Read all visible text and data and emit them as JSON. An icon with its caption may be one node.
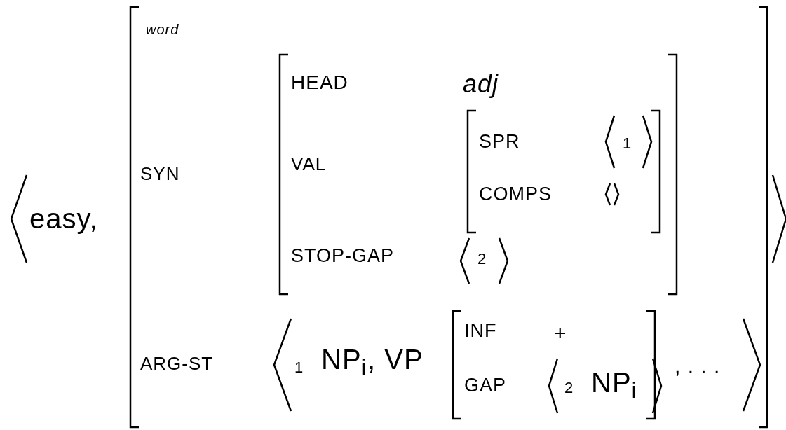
{
  "diagram": {
    "labels": [
      "easy,",
      "word",
      "HEAD",
      "adj",
      "SYN",
      "VAL",
      "SPR",
      "1",
      "COMPS",
      "STOP-GAP",
      "2",
      "ARG-ST",
      "1",
      "NP$_{i}$, VP",
      "INF",
      "+",
      "GAP",
      "2",
      "NP$_{i}$",
      ", . . ."
    ]
  }
}
